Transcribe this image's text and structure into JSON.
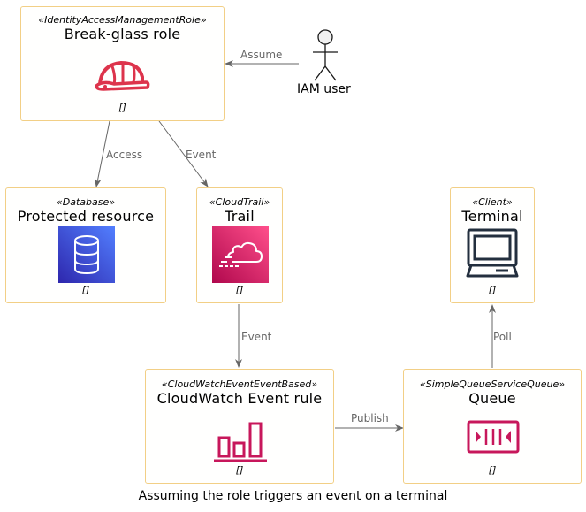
{
  "nodes": {
    "role": {
      "stereotype": "«IdentityAccessManagementRole»",
      "title": "Break-glass role",
      "technology": "[]"
    },
    "resource": {
      "stereotype": "«Database»",
      "title": "Protected resource",
      "technology": "[]"
    },
    "trail": {
      "stereotype": "«CloudTrail»",
      "title": "Trail",
      "technology": "[]"
    },
    "terminal": {
      "stereotype": "«Client»",
      "title": "Terminal",
      "technology": "[]"
    },
    "rule": {
      "stereotype": "«CloudWatchEventEventBased»",
      "title": "CloudWatch Event rule",
      "technology": "[]"
    },
    "queue": {
      "stereotype": "«SimpleQueueServiceQueue»",
      "title": "Queue",
      "technology": "[]"
    }
  },
  "actor": {
    "name": "IAM user"
  },
  "edges": {
    "assume": "Assume",
    "access": "Access",
    "event_role_trail": "Event",
    "event_trail_rule": "Event",
    "publish": "Publish",
    "poll": "Poll"
  },
  "caption": "Assuming the role triggers an event on a terminal",
  "colors": {
    "node_border": "#f2cf86",
    "iam_red": "#dd344c",
    "database_blue": "#3b48cc",
    "cloudtrail_pink": "#e7157b",
    "cloudwatch_pink": "#c7175b",
    "terminal_navy": "#232f3e",
    "edge_gray": "#666666"
  },
  "icons": {
    "role": "iam-role-helmet-icon",
    "resource": "database-icon",
    "trail": "cloudtrail-icon",
    "terminal": "terminal-monitor-icon",
    "rule": "cloudwatch-event-rule-icon",
    "queue": "sqs-queue-icon",
    "actor": "stick-figure-icon"
  }
}
